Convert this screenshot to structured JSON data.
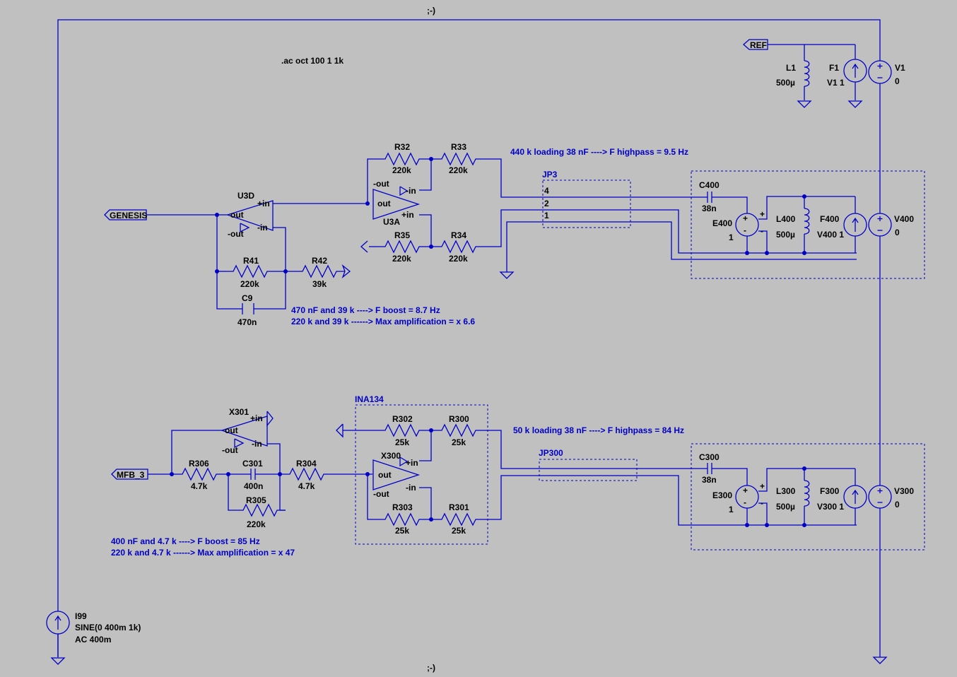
{
  "frame": {
    "top_label": ";-)",
    "bottom_label": ";-)"
  },
  "directive": ".ac oct 100 1 1k",
  "nets": {
    "genesis": "GENESIS",
    "mfb": "MFB_3",
    "ref": "REF"
  },
  "ref_block": {
    "L1": {
      "name": "L1",
      "value": "500µ"
    },
    "F1": {
      "name": "F1",
      "value": "V1 1"
    },
    "V1": {
      "name": "V1",
      "value": "0"
    }
  },
  "top_circuit": {
    "U3D": "U3D",
    "U3A": "U3A",
    "R32": {
      "name": "R32",
      "value": "220k"
    },
    "R33": {
      "name": "R33",
      "value": "220k"
    },
    "R34": {
      "name": "R34",
      "value": "220k"
    },
    "R35": {
      "name": "R35",
      "value": "220k"
    },
    "R41": {
      "name": "R41",
      "value": "220k"
    },
    "R42": {
      "name": "R42",
      "value": "39k"
    },
    "C9": {
      "name": "C9",
      "value": "470n"
    },
    "JP3": {
      "name": "JP3",
      "pins": [
        "4",
        "2",
        "1"
      ]
    },
    "C400": {
      "name": "C400",
      "value": "38n"
    },
    "E400": {
      "name": "E400",
      "value": "1"
    },
    "L400": {
      "name": "L400",
      "value": "500µ"
    },
    "F400": {
      "name": "F400",
      "value": "V400 1"
    },
    "V400": {
      "name": "V400",
      "value": "0"
    },
    "note_highpass": "440 k loading 38 nF ----> F highpass = 9.5 Hz",
    "note_boost": "470 nF and 39 k ----> F boost = 8.7 Hz",
    "note_ampl": "220 k and 39 k ------> Max amplification = x 6.6"
  },
  "bottom_circuit": {
    "X301": "X301",
    "X300": "X300",
    "INA": "INA134",
    "R300": {
      "name": "R300",
      "value": "25k"
    },
    "R301": {
      "name": "R301",
      "value": "25k"
    },
    "R302": {
      "name": "R302",
      "value": "25k"
    },
    "R303": {
      "name": "R303",
      "value": "25k"
    },
    "R304": {
      "name": "R304",
      "value": "4.7k"
    },
    "R305": {
      "name": "R305",
      "value": "220k"
    },
    "R306": {
      "name": "R306",
      "value": "4.7k"
    },
    "C301": {
      "name": "C301",
      "value": "400n"
    },
    "JP300": {
      "name": "JP300"
    },
    "C300": {
      "name": "C300",
      "value": "38n"
    },
    "E300": {
      "name": "E300",
      "value": "1"
    },
    "L300": {
      "name": "L300",
      "value": "500µ"
    },
    "F300": {
      "name": "F300",
      "value": "V300 1"
    },
    "V300": {
      "name": "V300",
      "value": "0"
    },
    "note_highpass": "50 k loading 38 nF ----> F highpass = 84 Hz",
    "note_boost": "400 nF and 4.7 k ----> F boost = 85 Hz",
    "note_ampl": "220 k and 4.7 k ------> Max amplification = x 47"
  },
  "source": {
    "name": "I99",
    "func": "SINE(0 400m 1k)",
    "ac": "AC 400m"
  },
  "opamp_pins": {
    "plus_in": "+in",
    "minus_in": "-in",
    "out": "out",
    "minus_out": "-out"
  }
}
